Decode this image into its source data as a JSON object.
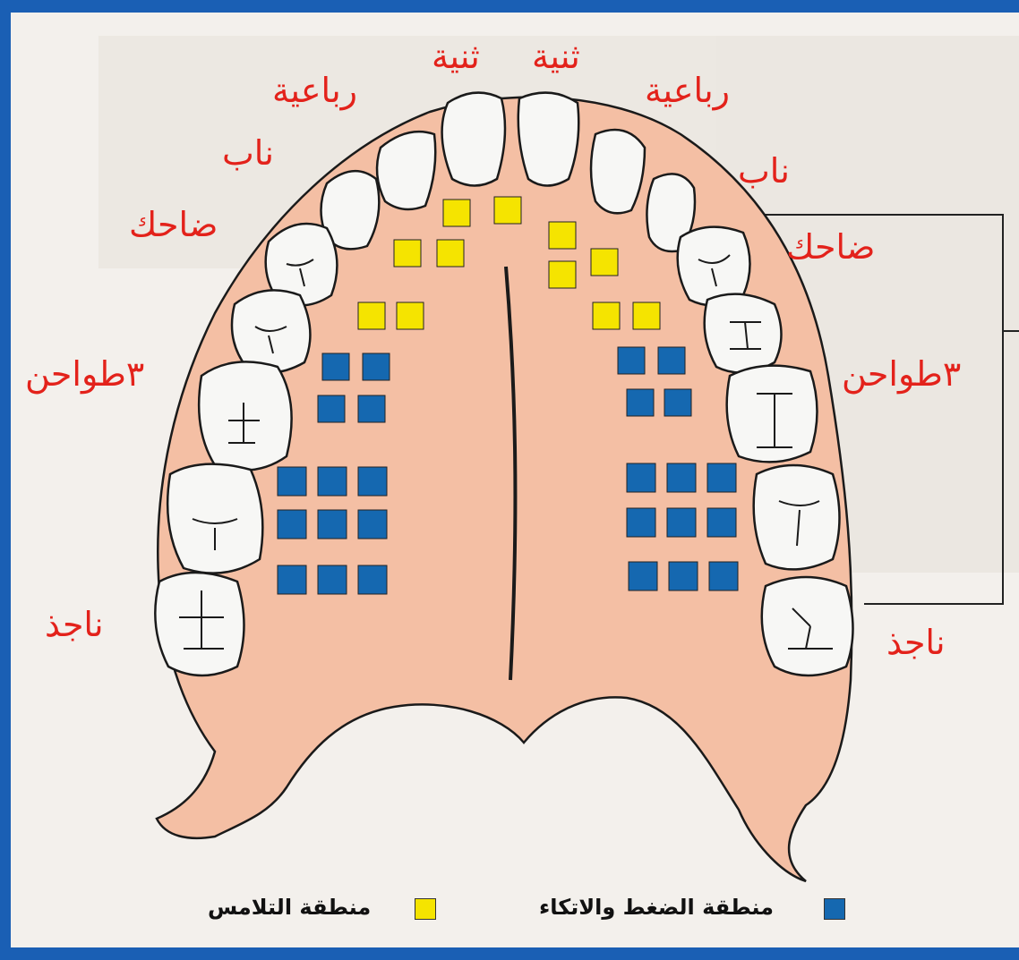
{
  "labels": {
    "central_incisor_left": "ثنية",
    "central_incisor_right": "ثنية",
    "lateral_incisor_left": "رباعية",
    "lateral_incisor_right": "رباعية",
    "canine_left": "ناب",
    "canine_right": "ناب",
    "premolar_left": "ضاحك",
    "premolar_right": "ضاحك",
    "molars_left": "٣طواحن",
    "molars_right": "٣طواحن",
    "wisdom_left": "ناجذ",
    "wisdom_right": "ناجذ"
  },
  "legend": {
    "pressure_label": "منطقة الضغط والاتكاء",
    "contact_label": "منطقة التلامس"
  },
  "colors": {
    "frame": "#1a5fb4",
    "palate": "#f4bfa4",
    "tooth": "#f7f7f5",
    "contact_zone": "#f5e400",
    "pressure_zone": "#1568b0",
    "label_text": "#e3221b"
  }
}
